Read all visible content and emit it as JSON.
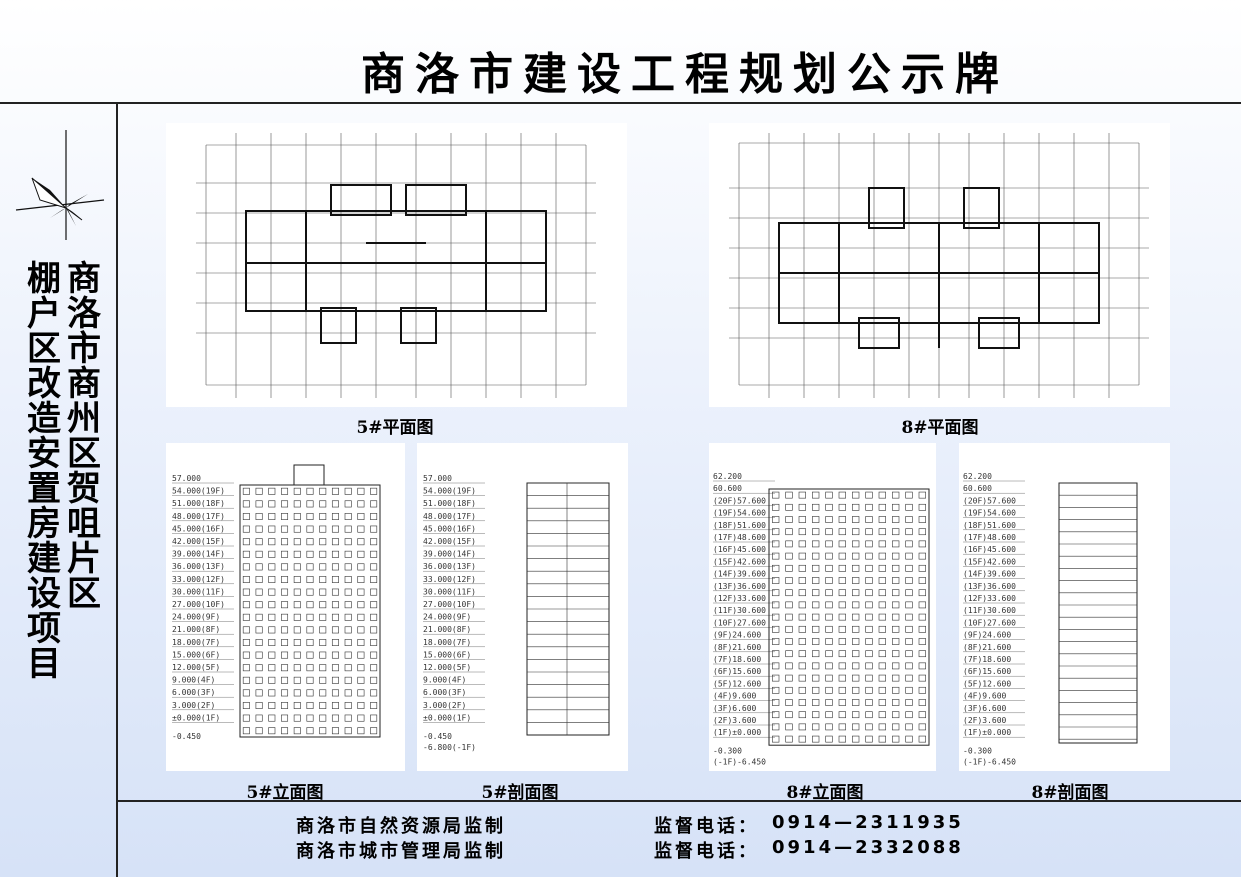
{
  "title": "商洛市建设工程规划公示牌",
  "project": {
    "line1": "商洛市商州区贺咀片区",
    "line2": "棚户区改造安置房建设项目"
  },
  "drawings": {
    "plan5": "5#平面图",
    "plan8": "8#平面图",
    "elev5": "5#立面图",
    "sect5": "5#剖面图",
    "elev8": "8#立面图",
    "sect8": "8#剖面图"
  },
  "levels5": [
    "57.000",
    "54.000(19F)",
    "51.000(18F)",
    "48.000(17F)",
    "45.000(16F)",
    "42.000(15F)",
    "39.000(14F)",
    "36.000(13F)",
    "33.000(12F)",
    "30.000(11F)",
    "27.000(10F)",
    "24.000(9F)",
    "21.000(8F)",
    "18.000(7F)",
    "15.000(6F)",
    "12.000(5F)",
    "9.000(4F)",
    "6.000(3F)",
    "3.000(2F)",
    "±0.000(1F)"
  ],
  "levels5_sect_extra": [
    "-0.450",
    "-6.800(-1F)"
  ],
  "levels5_elev_extra": [
    "-0.450"
  ],
  "levels8": [
    "62.200",
    "60.600",
    "(20F)57.600",
    "(19F)54.600",
    "(18F)51.600",
    "(17F)48.600",
    "(16F)45.600",
    "(15F)42.600",
    "(14F)39.600",
    "(13F)36.600",
    "(12F)33.600",
    "(11F)30.600",
    "(10F)27.600",
    "(9F)24.600",
    "(8F)21.600",
    "(7F)18.600",
    "(6F)15.600",
    "(5F)12.600",
    "(4F)9.600",
    "(3F)6.600",
    "(2F)3.600",
    "(1F)±0.000"
  ],
  "levels8_extra": [
    "-0.300",
    "(-1F)-6.450"
  ],
  "footer": {
    "org1": "商洛市自然资源局监制",
    "org2": "商洛市城市管理局监制",
    "phone_label": "监督电话：",
    "phone1": "0914—2311935",
    "phone2": "0914—2332088"
  }
}
